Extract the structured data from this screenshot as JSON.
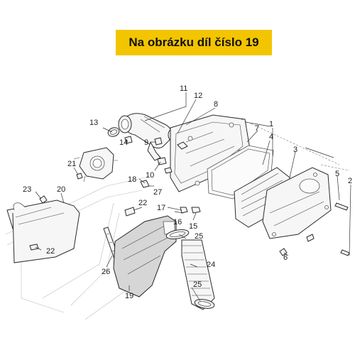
{
  "banner": {
    "text": "Na obrázku díl číslo 19"
  },
  "callouts": [
    {
      "id": "c1",
      "text": "1"
    },
    {
      "id": "c2",
      "text": "2"
    },
    {
      "id": "c3",
      "text": "3"
    },
    {
      "id": "c4",
      "text": "4"
    },
    {
      "id": "c5",
      "text": "5"
    },
    {
      "id": "c6",
      "text": "6"
    },
    {
      "id": "c7",
      "text": "7"
    },
    {
      "id": "c8",
      "text": "8"
    },
    {
      "id": "c9",
      "text": "9"
    },
    {
      "id": "c10",
      "text": "10"
    },
    {
      "id": "c11",
      "text": "11"
    },
    {
      "id": "c12",
      "text": "12"
    },
    {
      "id": "c13",
      "text": "13"
    },
    {
      "id": "c14",
      "text": "14"
    },
    {
      "id": "c15",
      "text": "15"
    },
    {
      "id": "c16",
      "text": "16"
    },
    {
      "id": "c17",
      "text": "17"
    },
    {
      "id": "c18",
      "text": "18"
    },
    {
      "id": "c19",
      "text": "19"
    },
    {
      "id": "c20",
      "text": "20"
    },
    {
      "id": "c21",
      "text": "21"
    },
    {
      "id": "c22a",
      "text": "22"
    },
    {
      "id": "c22b",
      "text": "22"
    },
    {
      "id": "c23",
      "text": "23"
    },
    {
      "id": "c24",
      "text": "24"
    },
    {
      "id": "c25a",
      "text": "25"
    },
    {
      "id": "c25b",
      "text": "25"
    },
    {
      "id": "c26",
      "text": "26"
    },
    {
      "id": "c27",
      "text": "27"
    }
  ],
  "colors": {
    "banner_bg": "#f2c500",
    "highlight_fill": "#d6d6d6"
  }
}
